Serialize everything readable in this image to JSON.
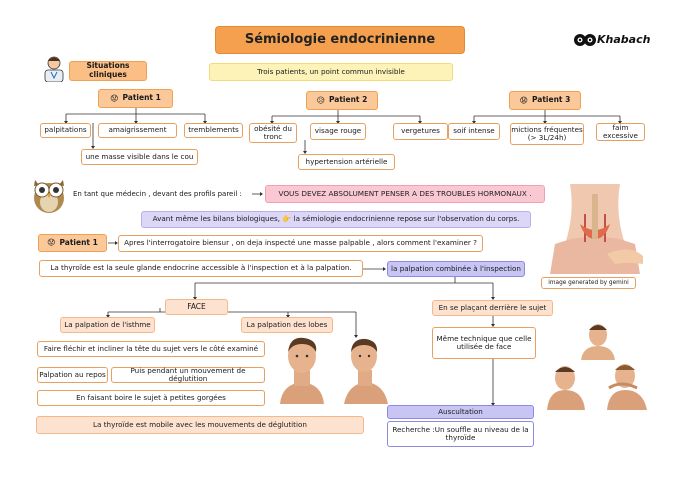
{
  "title": "Sémiologie endocrinienne",
  "brand": "Khabach",
  "situations": "Situations cliniques",
  "subtitle": "Trois patients, un point commun invisible",
  "patient1": {
    "label": "Patient 1",
    "signs": [
      "palpitations",
      "amaigrissement",
      "tremblements"
    ],
    "extra": "une masse visible dans le cou"
  },
  "patient2": {
    "label": "Patient 2",
    "signs": [
      "obésité du tronc",
      "visage rouge",
      "vergetures"
    ],
    "extra": "hypertension artérielle"
  },
  "patient3": {
    "label": "Patient 3",
    "signs": [
      "soif intense",
      "mictions fréquentes (> 3L/24h)",
      "faim excessive"
    ]
  },
  "doctor_text": "En tant que médecin , devant des profils pareil :",
  "alert": "VOUS DEVEZ ABSOLUMENT PENSER A DES TROUBLES HORMONAUX .",
  "semiology_note": "Avant même les bilans biologiques, 👉 la sémiologie endocrinienne repose sur l'observation du corps.",
  "image_caption": "image generated by gemini",
  "patient1_question": {
    "label": "Patient 1",
    "text": "Apres l'interrogatoire biensur , on deja inspecté une masse palpable , alors comment l'examiner ?"
  },
  "thyroid_fact": "La thyroïde est la seule glande endocrine accessible à l'inspection et à la palpation.",
  "palpation_combined": "la palpation combinée à l'inspection",
  "face": {
    "label": "FACE",
    "isthme": "La palpation de l'isthme",
    "lobes": "La palpation des lobes",
    "step1": "Faire fléchir et incliner la tête du sujet vers le côté examiné",
    "step2a": "Palpation au repos",
    "step2b": "Puis pendant un mouvement de déglutition",
    "step3": "En faisant boire le sujet à petites gorgées"
  },
  "behind": {
    "label": "En se plaçant derrière le sujet",
    "text": "Même technique que celle utilisée de face"
  },
  "mobility": "La thyroïde est mobile avec les mouvements de déglutition",
  "auscultation": {
    "label": "Auscultation",
    "text": "Recherche :Un souffle au niveau de la thyroïde"
  }
}
